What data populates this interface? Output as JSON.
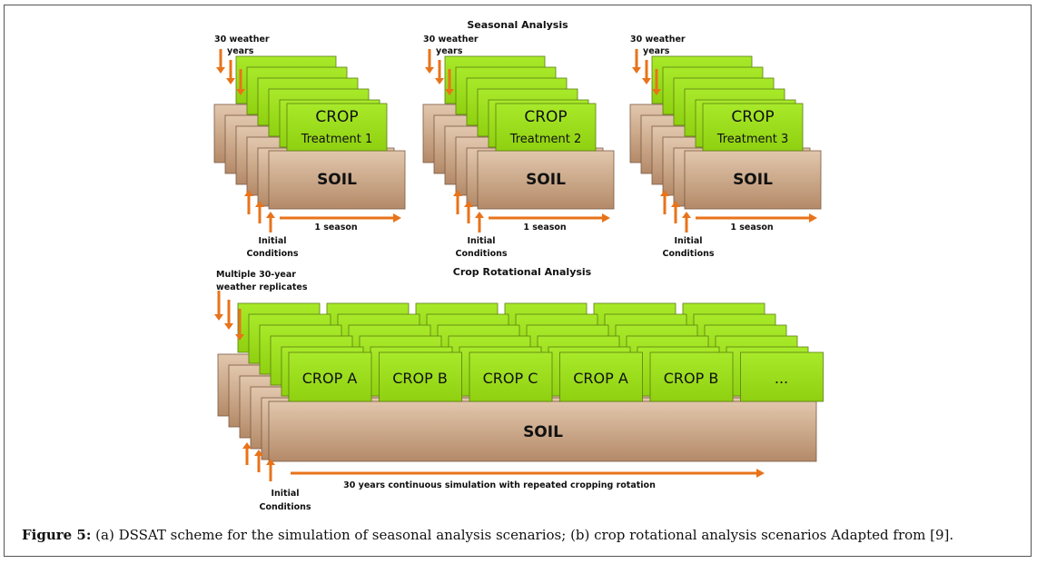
{
  "seasonal": {
    "title": "Seasonal Analysis",
    "weather_label_1": "30 weather",
    "weather_label_2": "years",
    "soil_label": "SOIL",
    "crop_label": "CROP",
    "treatments": [
      "Treatment 1",
      "Treatment 2",
      "Treatment 3"
    ],
    "init_label_1": "Initial",
    "init_label_2": "Conditions",
    "season_label": "1 season"
  },
  "rotational": {
    "title": "Crop Rotational Analysis",
    "weather_label_1": "Multiple 30-year",
    "weather_label_2": "weather replicates",
    "crops": [
      "CROP A",
      "CROP B",
      "CROP C",
      "CROP A",
      "CROP B",
      "..."
    ],
    "soil_label": "SOIL",
    "init_label_1": "Initial",
    "init_label_2": "Conditions",
    "timeline_label": "30 years continuous simulation with repeated cropping rotation"
  },
  "caption": {
    "figure_label": "Figure 5:",
    "text": " (a) DSSAT scheme for the simulation of seasonal analysis scenarios; (b) crop rotational analysis scenarios Adapted from [9]."
  },
  "colors": {
    "crop_green": "#9be01c",
    "soil_brown": "#c9a383",
    "arrow_orange": "#e8731a"
  }
}
